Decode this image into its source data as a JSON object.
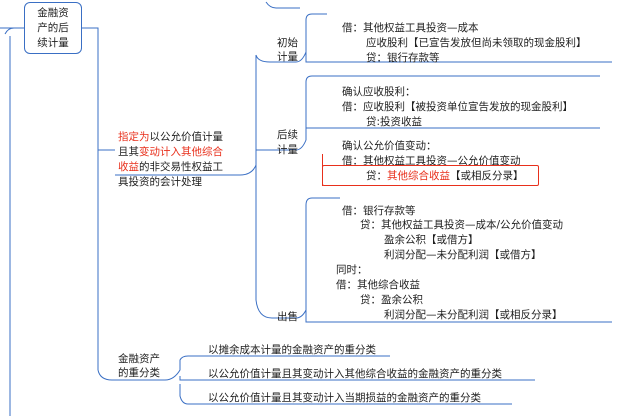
{
  "colors": {
    "line": "#3a6fc4",
    "accent_red": "#e8301c",
    "text": "#1f1f1f"
  },
  "root": {
    "lines": [
      "金融资",
      "产的后",
      "续计量"
    ]
  },
  "branch_fvoci": {
    "line1_red": "指定为",
    "line1_rest": "以公允价值计量",
    "line2_prefix": "且其",
    "line2_red": "变动计入其他综合",
    "line3_red": "收益",
    "line3_rest": "的非交易性权益工",
    "line4": "具投资的会计处理"
  },
  "initial": {
    "label": [
      "初始",
      "计量"
    ],
    "entries": [
      "借：其他权益工具投资—成本",
      "应收股利【已宣告发放但尚未领取的现金股利】",
      "贷：银行存款等"
    ]
  },
  "subsequent": {
    "label": [
      "后续",
      "计量"
    ],
    "block1": [
      "确认应收股利：",
      "借：应收股利【被投资单位宣告发放的现金股利】",
      "贷:投资收益"
    ],
    "block2": {
      "heading": "确认公允价值变动：",
      "debit": "借：其他权益工具投资—公允价值变动",
      "credit_prefix": "贷：",
      "credit_red": "其他综合收益",
      "credit_suffix": "【或相反分录】"
    }
  },
  "sale": {
    "label": "出售",
    "entries": [
      "借：银行存款等",
      "贷：其他权益工具投资—成本/公允价值变动",
      "盈余公积【或借方】",
      "利润分配—未分配利润【或借方】",
      "同时：",
      "借：其他综合收益",
      "贷：盈余公积",
      "利润分配—未分配利润【或相反分录】"
    ]
  },
  "reclass": {
    "label": [
      "金融资产",
      "的重分类"
    ],
    "items": [
      "以摊余成本计量的金融资产的重分类",
      "以公允价值计量且其变动计入其他综合收益的金融资产的重分类",
      "以公允价值计量且其变动计入当期损益的金融资产的重分类"
    ]
  }
}
